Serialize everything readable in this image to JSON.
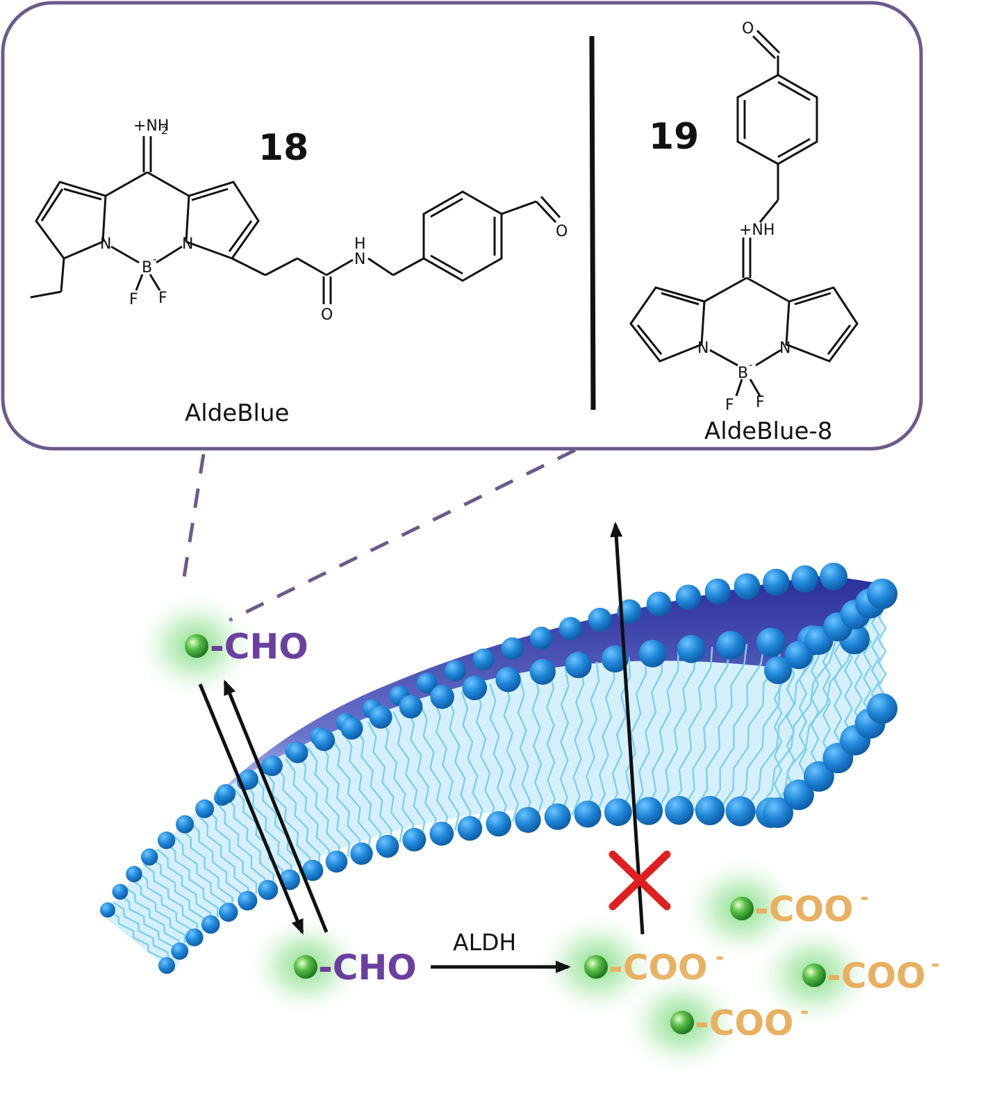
{
  "panel": {
    "compound_a": {
      "number": "18",
      "name": "AldeBlue"
    },
    "compound_b": {
      "number": "19",
      "name": "AldeBlue-8"
    },
    "atoms": {
      "nh2_plus": "+NH",
      "nh2_sub": "2",
      "nh_plus": "+NH",
      "n": "N",
      "b": "B",
      "b_charge": "-",
      "f": "F",
      "o": "O",
      "h": "H"
    }
  },
  "labels": {
    "cho": "-CHO",
    "coo": "-COO",
    "coo_charge": "-",
    "enzyme": "ALDH"
  },
  "colors": {
    "border": "#6b5a8c",
    "membrane_head": "#1f86d8",
    "membrane_top": "#3b45b0",
    "tail": "#7fd0f0",
    "cho": "#6a3fa0",
    "coo": "#e8b060",
    "glow": "#5ed05e",
    "block": "#e02020"
  }
}
